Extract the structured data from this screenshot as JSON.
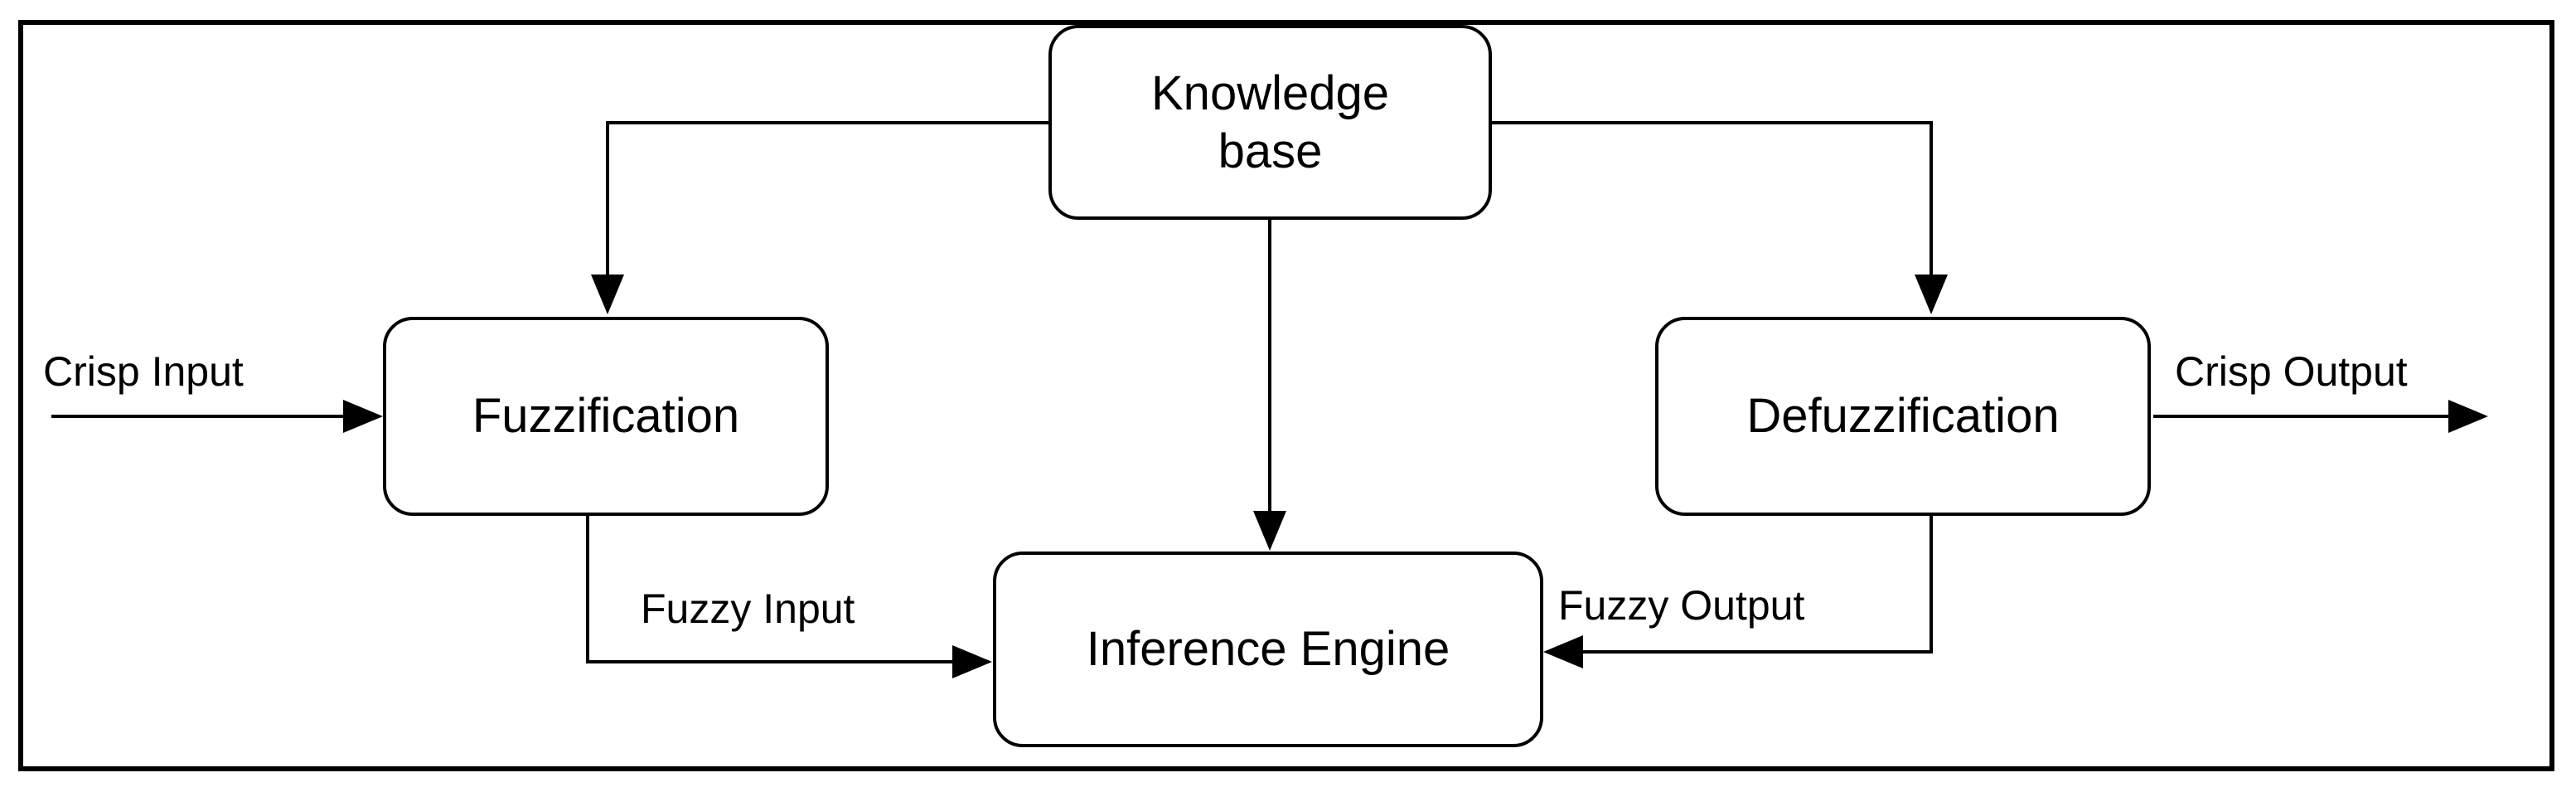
{
  "nodes": {
    "knowledge_base": {
      "line1": "Knowledge",
      "line2": "base"
    },
    "fuzzification": "Fuzzification",
    "defuzzification": "Defuzzification",
    "inference_engine": "Inference Engine"
  },
  "edges": {
    "crisp_input": "Crisp Input",
    "crisp_output": "Crisp Output",
    "fuzzy_input": "Fuzzy Input",
    "fuzzy_output": "Fuzzy Output"
  },
  "colors": {
    "stroke": "#000000",
    "background": "#ffffff"
  }
}
